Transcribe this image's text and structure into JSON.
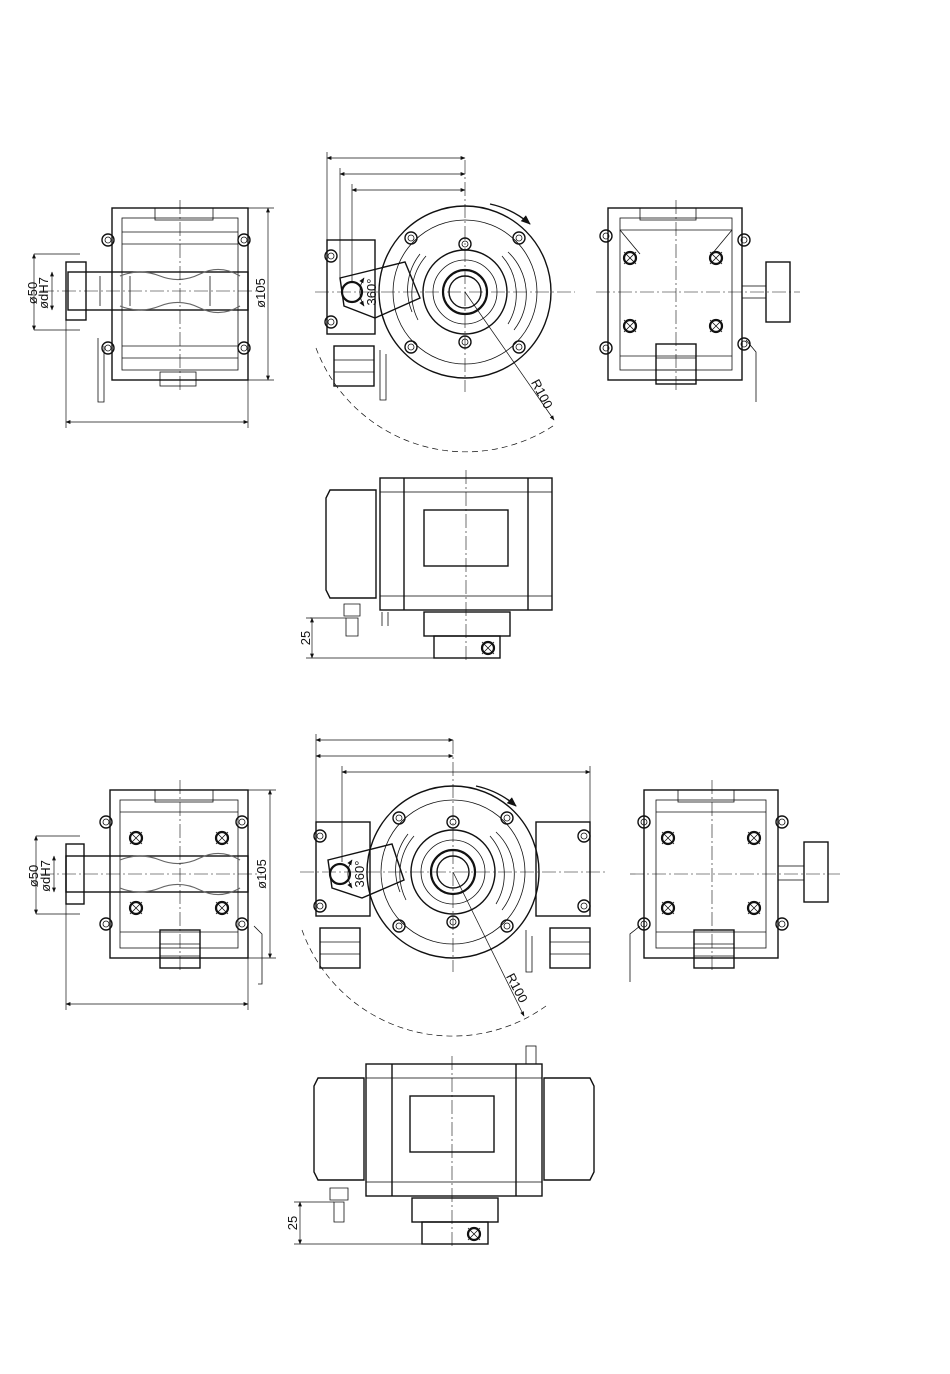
{
  "drawing": {
    "labels": {
      "dia_outer": "ø50",
      "dia_bore": "ødH7",
      "dia_body": "ø105",
      "angle": "360°",
      "radius": "R100",
      "height": "25"
    }
  }
}
